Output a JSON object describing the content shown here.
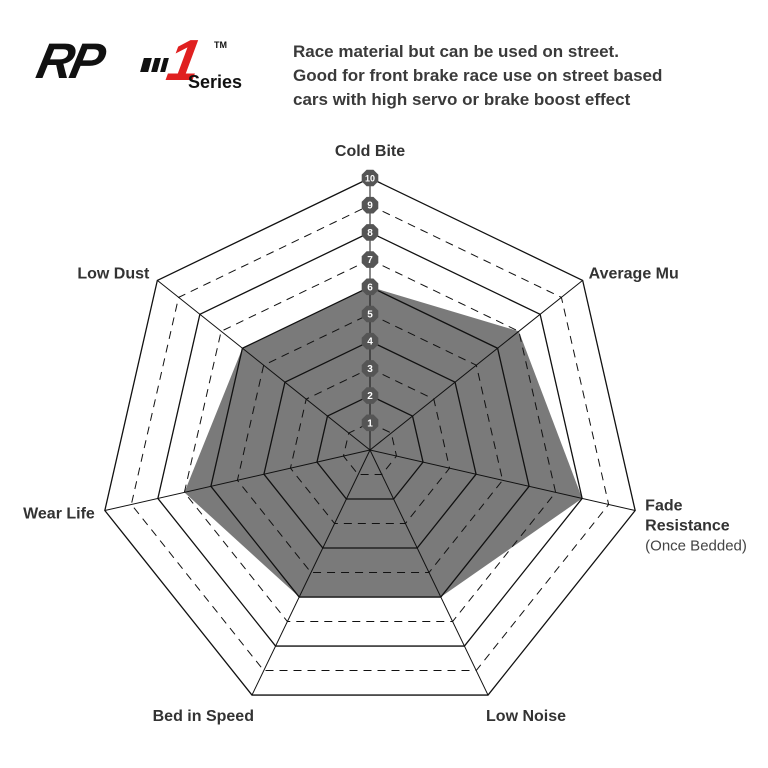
{
  "header": {
    "logo_rp": "RP",
    "logo_one": "1",
    "logo_tm": "TM",
    "logo_series": "Series",
    "description": [
      "Race material but can be used on street.",
      "Good for front brake race use on street based",
      "cars with high servo or brake boost effect"
    ]
  },
  "colors": {
    "fill": "#7a7a7a",
    "grid": "#111111",
    "badge": "#555555",
    "logo_red": "#e02020"
  },
  "chart_data": {
    "type": "radar",
    "scale_max": 10,
    "scale_labels": [
      "1",
      "2",
      "3",
      "4",
      "5",
      "6",
      "7",
      "8",
      "9",
      "10"
    ],
    "axes": [
      {
        "label": "Cold Bite",
        "value": 6
      },
      {
        "label": "Average Mu",
        "value": 7
      },
      {
        "label": "Fade Resistance",
        "sublabel": "(Once Bedded)",
        "value": 8
      },
      {
        "label": "Low Noise",
        "value": 6
      },
      {
        "label": "Bed in Speed",
        "value": 6
      },
      {
        "label": "Wear Life",
        "value": 7
      },
      {
        "label": "Low Dust",
        "value": 6
      }
    ]
  }
}
